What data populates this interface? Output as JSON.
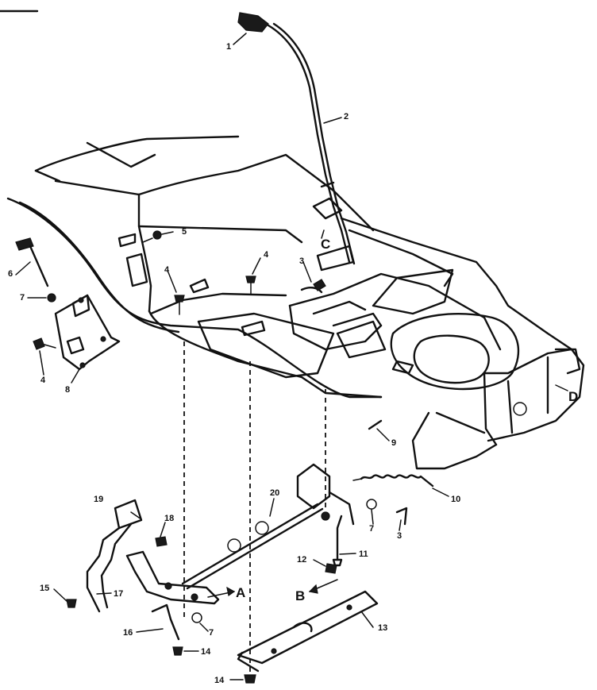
{
  "callouts": {
    "c1": "1",
    "c2": "2",
    "c3a": "3",
    "c3b": "3",
    "c4a": "4",
    "c4b": "4",
    "c4c": "4",
    "c5": "5",
    "c6": "6",
    "c7a": "7",
    "c7b": "7",
    "c7c": "7",
    "c8": "8",
    "c9": "9",
    "c10": "10",
    "c11": "11",
    "c12": "12",
    "c13": "13",
    "c14a": "14",
    "c14b": "14",
    "c15": "15",
    "c16": "16",
    "c17": "17",
    "c18": "18",
    "c19": "19",
    "c20": "20"
  },
  "markers": {
    "A": "A",
    "B": "B",
    "C": "C",
    "D": "D"
  }
}
